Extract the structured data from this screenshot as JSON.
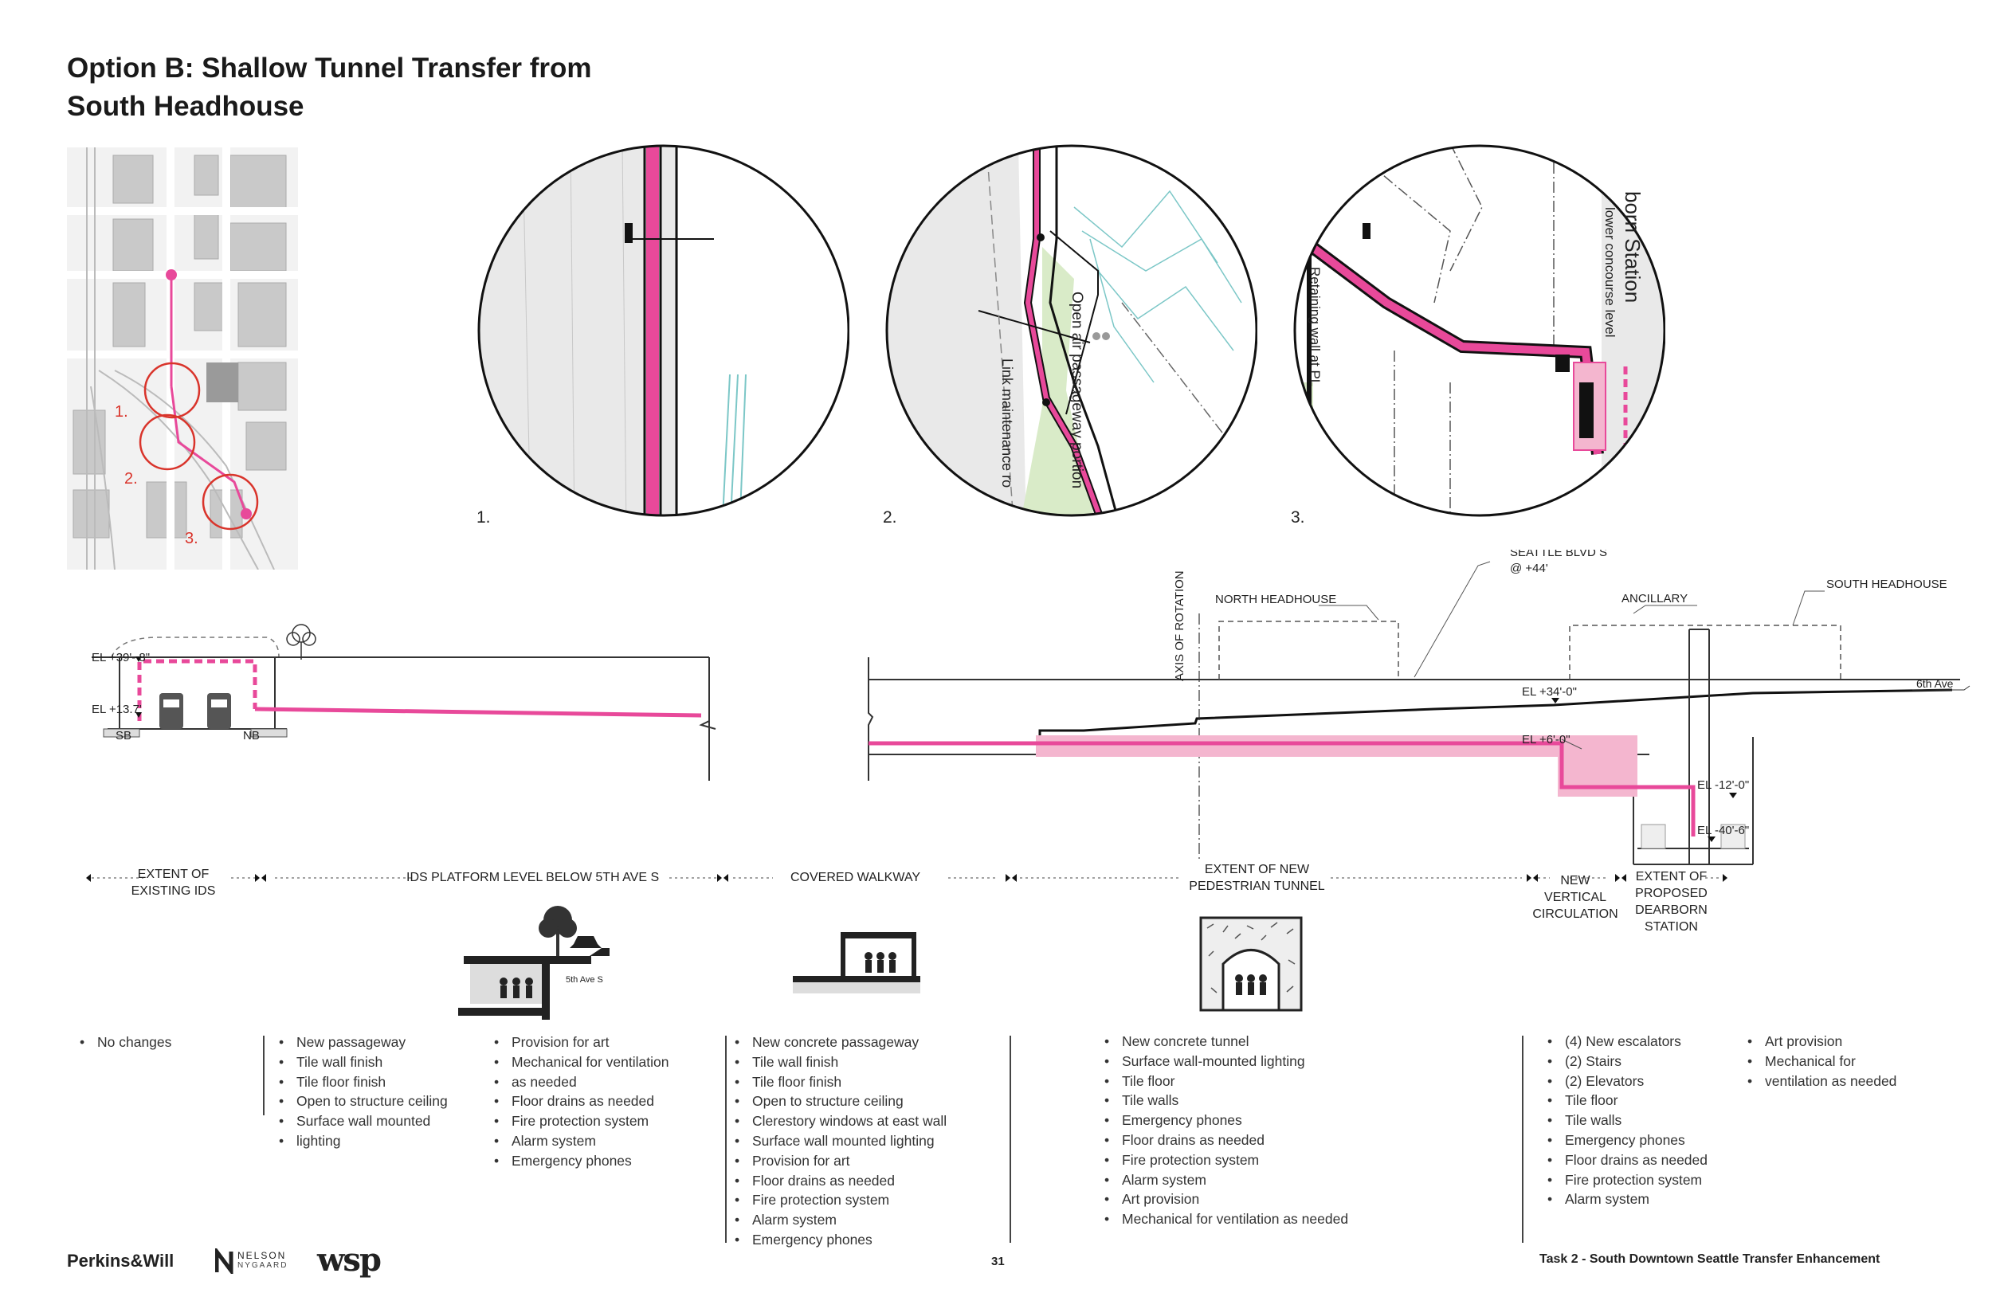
{
  "title_line1": "Option B: Shallow Tunnel Transfer from",
  "title_line2": "South Headhouse",
  "map": {
    "markers": [
      "1.",
      "2.",
      "3."
    ]
  },
  "detail_numbers": [
    "1.",
    "2.",
    "3."
  ],
  "detail_notes": {
    "open_air": "Open air passageway portion",
    "link_maintenance": "Link maintenance ro",
    "retaining_wall": "Retaining wall at PL",
    "lower_concourse": "lower concourse level",
    "station_partial": "born Station"
  },
  "section_labels": {
    "el_39": "EL +39'- 8\"",
    "el_13": "EL +13.7'",
    "sb": "SB",
    "nb": "NB",
    "axis": "AXIS OF ROTATION",
    "north_headhouse": "NORTH HEADHOUSE",
    "seattle_blvd_1": "SEATTLE BLVD S",
    "seattle_blvd_2": "@ +44'",
    "ancillary": "ANCILLARY",
    "south_headhouse": "SOUTH HEADHOUSE",
    "el_34": "EL +34'-0\"",
    "el_6": "EL +6'-0\"",
    "el_m12": "EL -12'-0\"",
    "el_m40": "EL -40'-6\"",
    "sixth_ave": "6th Ave"
  },
  "extents": {
    "existing_ids": "EXTENT OF EXISTING IDS",
    "ids_platform": "IDS PLATFORM LEVEL BELOW 5TH AVE S",
    "covered_walkway": "COVERED WALKWAY",
    "new_tunnel": "EXTENT OF NEW PEDESTRIAN TUNNEL",
    "vertical_circ": "NEW VERTICAL CIRCULATION",
    "proposed_dearborn": "EXTENT OF PROPOSED DEARBORN STATION"
  },
  "icon_labels": {
    "fifth_ave": "5th Ave S"
  },
  "lists": {
    "col1": [
      "No changes"
    ],
    "col2a": [
      "New passageway",
      "Tile wall finish",
      "Tile floor finish",
      "Open to structure ceiling",
      "Surface wall mounted",
      "lighting"
    ],
    "col2b": [
      "Provision for art",
      "Mechanical for ventilation",
      "as needed",
      "Floor drains as needed",
      "Fire protection system",
      "Alarm system",
      "Emergency phones"
    ],
    "col3": [
      "New concrete passageway",
      "Tile wall finish",
      "Tile floor finish",
      "Open to structure ceiling",
      "Clerestory windows at east wall",
      "Surface wall mounted lighting",
      "Provision for art",
      "Floor drains as needed",
      "Fire protection system",
      "Alarm system",
      "Emergency phones"
    ],
    "col4": [
      "New concrete tunnel",
      "Surface wall-mounted lighting",
      "Tile floor",
      "Tile walls",
      "Emergency phones",
      "Floor drains as needed",
      "Fire protection system",
      "Alarm system",
      "Art provision",
      "Mechanical for ventilation as needed"
    ],
    "col5a": [
      "(4) New escalators",
      "(2) Stairs",
      "(2) Elevators",
      "Tile floor",
      "Tile walls",
      "Emergency phones",
      "Floor drains as needed",
      "Fire protection system",
      "Alarm system"
    ],
    "col5b": [
      "Art provision",
      "Mechanical for",
      "ventilation as needed"
    ]
  },
  "footer": {
    "logo1": "Perkins&Will",
    "logo2a": "NELSON",
    "logo2b": "NYGAARD",
    "logo3": "wsp",
    "page": "31",
    "task": "Task 2 - South Downtown Seattle Transfer Enhancement"
  },
  "colors": {
    "pink": "#e8499a",
    "pink_fill": "#f4b6cf",
    "red_circle": "#d9342b",
    "green": "#d9ebc8",
    "teal": "#7cc7c7"
  }
}
